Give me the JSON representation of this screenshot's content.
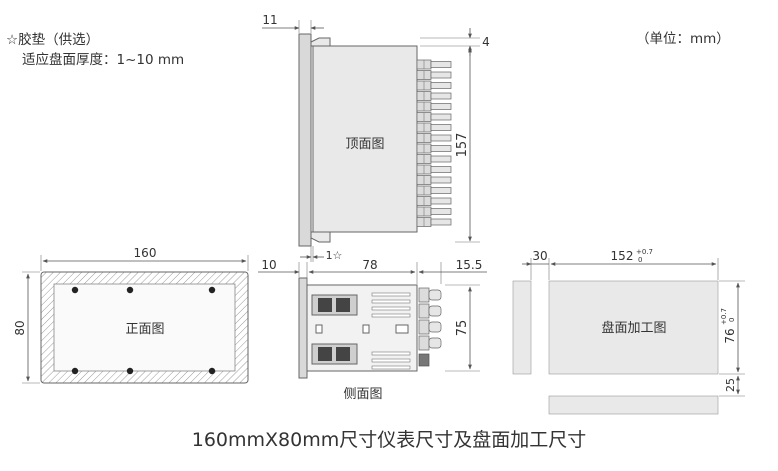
{
  "notes": {
    "gasket": "☆胶垫（供选）",
    "thickness": "适应盘面厚度：1~10 mm",
    "unit": "（单位：mm）"
  },
  "views": {
    "top": "顶面图",
    "front": "正面图",
    "side": "侧面图",
    "panel_cutout": "盘面加工图"
  },
  "dimensions": {
    "top_11": "11",
    "top_4": "4",
    "top_157": "157",
    "top_1star": "1☆",
    "side_10": "10",
    "side_78": "78",
    "side_15_5": "15.5",
    "side_75": "75",
    "front_160": "160",
    "front_80": "80",
    "cut_30": "30",
    "cut_152": "152",
    "cut_152_tol_upper": "+0.7",
    "cut_152_tol_lower": "0",
    "cut_76": "76",
    "cut_76_tol_upper": "+0.7",
    "cut_76_tol_lower": "0",
    "cut_25": "25"
  },
  "caption": "160mmX80mm尺寸仪表尺寸及盘面加工尺寸",
  "colors": {
    "body_fill": "#e9e9e9",
    "line": "#555555",
    "terminal": "#dcdcdc",
    "bezel": "#d9d9d9"
  }
}
